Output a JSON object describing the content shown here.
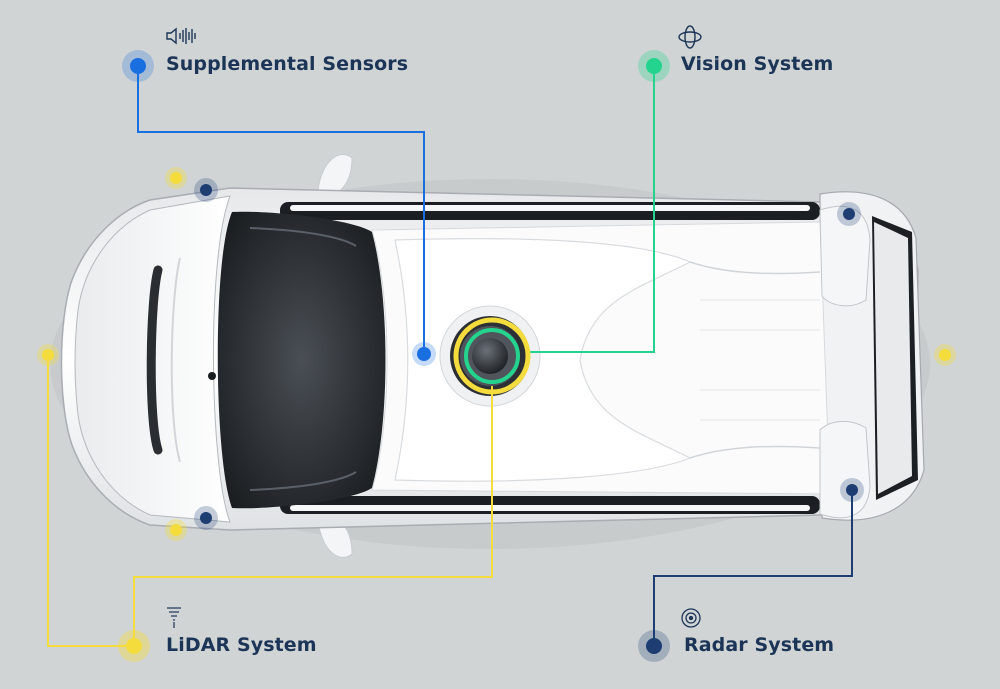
{
  "labels": {
    "supplemental": "Supplemental Sensors",
    "vision": "Vision System",
    "lidar": "LiDAR System",
    "radar": "Radar System"
  },
  "colors": {
    "supplemental": "#1a6fe0",
    "vision": "#24d48e",
    "lidar": "#f3dc3c",
    "radar": "#1d3d73",
    "label_text": "#1c3557",
    "background": "#d0d4d5"
  },
  "icons": {
    "supplemental": "speaker-soundwave-icon",
    "vision": "orbit-eye-icon",
    "lidar": "signal-tower-icon",
    "radar": "radar-target-icon"
  },
  "vehicle": {
    "view": "top-down",
    "color": "white"
  }
}
